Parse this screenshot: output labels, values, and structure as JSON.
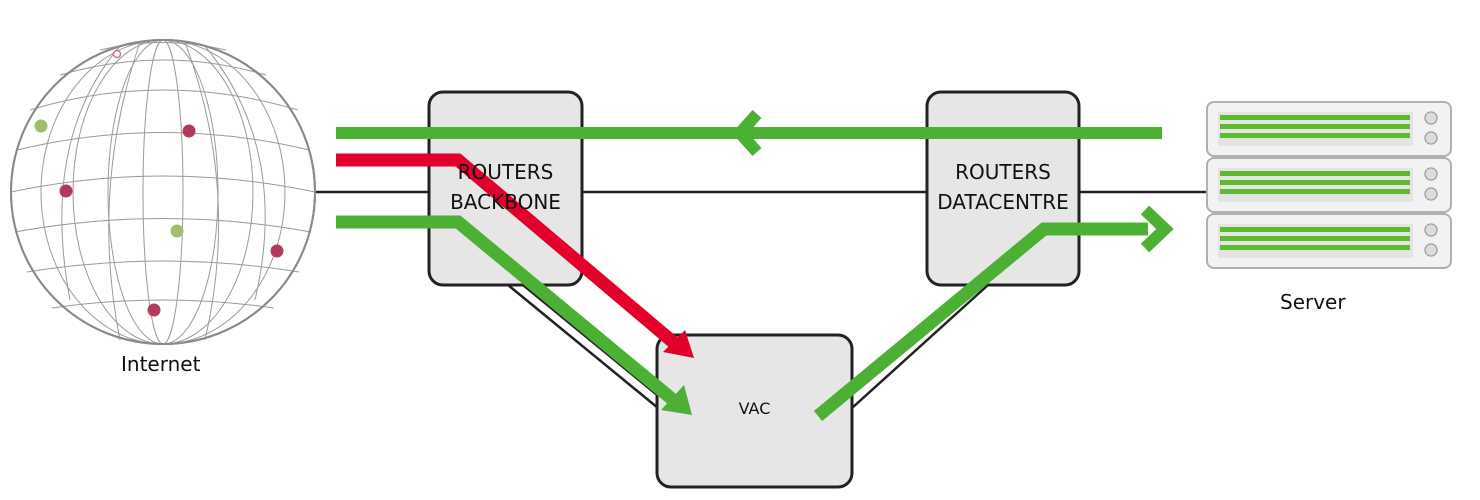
{
  "nodes": {
    "internet": {
      "label": "Internet"
    },
    "backbone": {
      "line1": "ROUTERS",
      "line2": "BACKBONE"
    },
    "datacentre": {
      "line1": "ROUTERS",
      "line2": "DATACENTRE"
    },
    "vac": {
      "label": "VAC"
    },
    "server": {
      "label": "Server"
    }
  },
  "colors": {
    "legit_traffic": "#4cb034",
    "attack_traffic": "#e3002a",
    "box_fill": "#e6e6e6",
    "box_stroke": "#222222",
    "globe_grid": "#999999",
    "globe_dot_red": "#b23a5a",
    "globe_dot_green": "#9fbf6a"
  },
  "icons": [
    "globe-icon",
    "server-rack-icon"
  ]
}
